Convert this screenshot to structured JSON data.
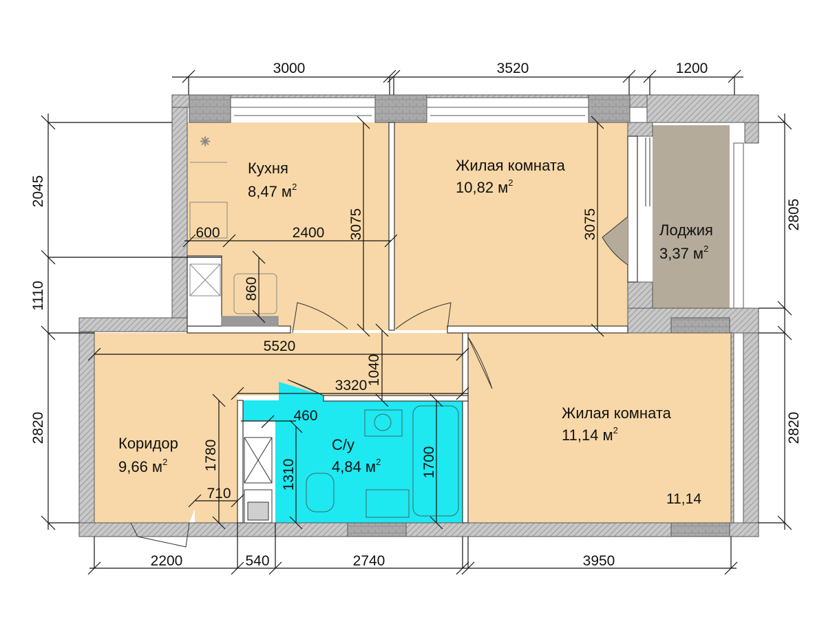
{
  "colors": {
    "wall": "#bdbdbd",
    "wall_hatch": "#8a8a8a",
    "room_fill": "#f8d8a8",
    "bath_fill": "#1ee8f0",
    "loggia_fill": "#b5ab9a",
    "line": "#111111",
    "window_frame": "#555555"
  },
  "rooms": {
    "kitchen": {
      "name": "Кухня",
      "area": "8,47 м",
      "sup": "2"
    },
    "living1": {
      "name": "Жилая комната",
      "area": "10,82 м",
      "sup": "2"
    },
    "loggia": {
      "name": "Лоджия",
      "area": "3,37 м",
      "sup": "2"
    },
    "corridor": {
      "name": "Коридор",
      "area": "9,66 м",
      "sup": "2"
    },
    "bathroom": {
      "name": "С/у",
      "area": "4,84 м",
      "sup": "2"
    },
    "living2": {
      "name": "Жилая комната",
      "area": "11,14 м",
      "sup": "2",
      "note": "11,14"
    }
  },
  "dimensions": {
    "top_kitchen": "3000",
    "top_living": "3520",
    "top_loggia": "1200",
    "left_upper": "2045",
    "left_middle": "1110",
    "left_lower": "2820",
    "right_upper": "2805",
    "right_lower": "2820",
    "kitchen_depth": "3075",
    "living1_depth": "3075",
    "kitchen_600": "600",
    "kitchen_2400": "2400",
    "kitchen_860": "860",
    "corridor_5520": "5520",
    "door_1040": "1040",
    "bath_3320": "3320",
    "bath_460": "460",
    "bath_1780": "1780",
    "bath_1310": "1310",
    "bath_1700": "1700",
    "corridor_710": "710",
    "bottom_2200": "2200",
    "bottom_540": "540",
    "bottom_2740": "2740",
    "bottom_3950": "3950"
  }
}
